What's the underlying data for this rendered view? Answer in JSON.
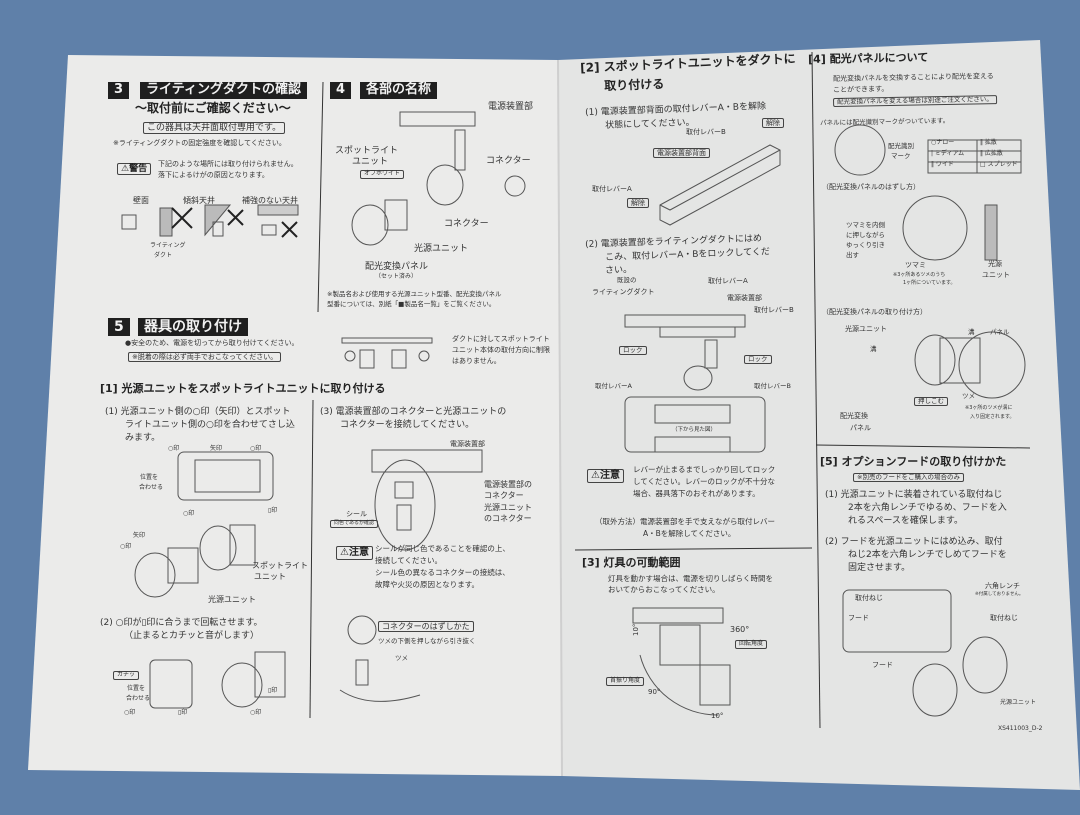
{
  "left": {
    "s3": {
      "num": "3",
      "title": "ライティングダクトの確認",
      "subtitle": "〜取付前にご確認ください〜",
      "boxed": "この器具は天井面取付専用です。",
      "note": "※ライティングダクトの固定強度を確認してください。",
      "warning_label": "⚠警告",
      "warning_text": [
        "下記のような場所には取り付けられません。",
        "落下によるけがの原因となります。"
      ],
      "labels": [
        "壁面",
        "傾斜天井",
        "補強のない天井",
        "ライティング",
        "ダクト"
      ]
    },
    "s4": {
      "num": "4",
      "title": "各部の名称",
      "labels": [
        "電源装置部",
        "スポットライト",
        "ユニット",
        "オフホワイト",
        "コネクター",
        "コネクター",
        "光源ユニット",
        "配光変換パネル",
        "（セット済み）"
      ],
      "note": [
        "※製品名および使用する光源ユニット型番、配光変換パネル",
        "型番については、別紙「■製品名一覧」をご覧ください。"
      ]
    },
    "s5": {
      "num": "5",
      "title": "器具の取り付け",
      "bullet": "●安全のため、電源を切ってから取り付けてください。",
      "boxed": "※脱着の際は必ず両手でおこなってください。",
      "duct_note": [
        "ダクトに対してスポットライト",
        "ユニット本体の取付方向に制限",
        "はありません。"
      ],
      "step1": {
        "heading": "[1] 光源ユニットをスポットライトユニットに取り付ける",
        "sub1": [
          "(1) 光源ユニット側の○印（矢印）とスポット",
          "ライトユニット側の○印を合わせてさし込",
          "みます。"
        ],
        "labels1": [
          "○印",
          "矢印",
          "○印",
          "位置を",
          "合わせる",
          "○印",
          "▯印",
          "矢印",
          "○印",
          "スポットライト",
          "ユニット",
          "光源ユニット"
        ],
        "sub2": [
          "(2) ○印が▯印に合うまで回転させます。",
          "（止まるとカチッと音がします）"
        ],
        "labels2": [
          "カチッ",
          "位置を",
          "合わせる",
          "○印",
          "▯印",
          "▯印",
          "○印"
        ],
        "sub3": [
          "(3) 電源装置部のコネクターと光源ユニットの",
          "コネクターを接続してください。"
        ],
        "labels3": [
          "電源装置部",
          "電源装置部の",
          "コネクター",
          "光源ユニット",
          "のコネクター",
          "シール",
          "同色であるか確認"
        ],
        "caution_label": "⚠注意",
        "caution_text": [
          "シールが同じ色であることを確認の上、",
          "接続してください。",
          "シール色の異なるコネクターの接続は、",
          "故障や火災の原因となります。"
        ],
        "remove_title": "コネクターのはずしかた",
        "remove_text": "ツメの下側を押しながら引き抜く",
        "tsume": "ツメ"
      }
    }
  },
  "right": {
    "s2": {
      "heading": [
        "[2] スポットライトユニットをダクトに",
        "取り付ける"
      ],
      "sub1": [
        "(1) 電源装置部背面の取付レバーA・Bを解除",
        "状態にしてください。"
      ],
      "labels1": [
        "解除",
        "取付レバーB",
        "電源装置部背面",
        "取付レバーA",
        "解除"
      ],
      "sub2": [
        "(2) 電源装置部をライティングダクトにはめ",
        "こみ、取付レバーA・Bをロックしてくだ",
        "さい。"
      ],
      "labels2": [
        "既設の",
        "ライティングダクト",
        "取付レバーA",
        "電源装置部",
        "取付レバーB",
        "ロック",
        "ロック",
        "取付レバーA",
        "取付レバーB",
        "（下から見た図）"
      ],
      "caution_label": "⚠注意",
      "caution_text": [
        "レバーが止まるまでしっかり回してロック",
        "してください。レバーのロックが不十分な",
        "場合、器具落下のおそれがあります。"
      ],
      "remove": [
        "（取外方法）電源装置部を手で支えながら取付レバー",
        "A・Bを解除してください。"
      ]
    },
    "s3": {
      "heading": "[3] 灯具の可動範囲",
      "text": [
        "灯具を動かす場合は、電源を切りしばらく時間を",
        "おいてからおこなってください。"
      ],
      "labels": [
        "360°",
        "回転角度",
        "10°",
        "首振り角度",
        "90°",
        "10°"
      ]
    },
    "s4": {
      "heading": "[4] 配光パネルについて",
      "text": [
        "配光変換パネルを交換することにより配光を変える",
        "ことができます。"
      ],
      "boxed": "配光変換パネルを変える場合は別途ご注文ください。",
      "mark_note": "パネルには配光識別マークがついています。",
      "mark_label": [
        "配光識別",
        "マーク"
      ],
      "mark_table": [
        [
          "○ナロー",
          "‖ 拡散"
        ],
        [
          "| ミディアム",
          "‖ 広拡散"
        ],
        [
          "‖ ワイド",
          "□ スプレッド"
        ]
      ],
      "remove_title": "（配光変換パネルのはずし方）",
      "remove_box": [
        "ツマミを内側",
        "に押しながら",
        "ゆっくり引き",
        "出す"
      ],
      "remove_labels": [
        "ツマミ",
        "※3ヶ所あるツメのうち",
        "1ヶ所についています。",
        "光源",
        "ユニット"
      ],
      "attach_title": "（配光変換パネルの取り付け方）",
      "attach_labels": [
        "光源ユニット",
        "溝",
        "溝",
        "パネル",
        "押しこむ",
        "ツメ",
        "※3ヶ所のツメが溝に",
        "入り固定されます。",
        "配光変換",
        "パネル"
      ]
    },
    "s5": {
      "heading": "[5] オプションフードの取り付けかた",
      "boxed": "※別売のフードをご購入の場合のみ",
      "sub1": [
        "(1) 光源ユニットに装着されている取付ねじ",
        "2本を六角レンチでゆるめ、フードを入",
        "れるスペースを確保します。"
      ],
      "sub2": [
        "(2) フードを光源ユニットにはめ込み、取付",
        "ねじ2本を六角レンチでしめてフードを",
        "固定させます。"
      ],
      "labels": [
        "六角レンチ",
        "※付属しておりません。",
        "取付ねじ",
        "取付ねじ",
        "フード",
        "フード",
        "光源ユニット"
      ]
    },
    "code": "XS411003_D-2"
  },
  "colors": {
    "background": "#5f80a9",
    "paper_left": "#ebebea",
    "paper_right": "#e6e7e6",
    "ink": "#222222"
  }
}
